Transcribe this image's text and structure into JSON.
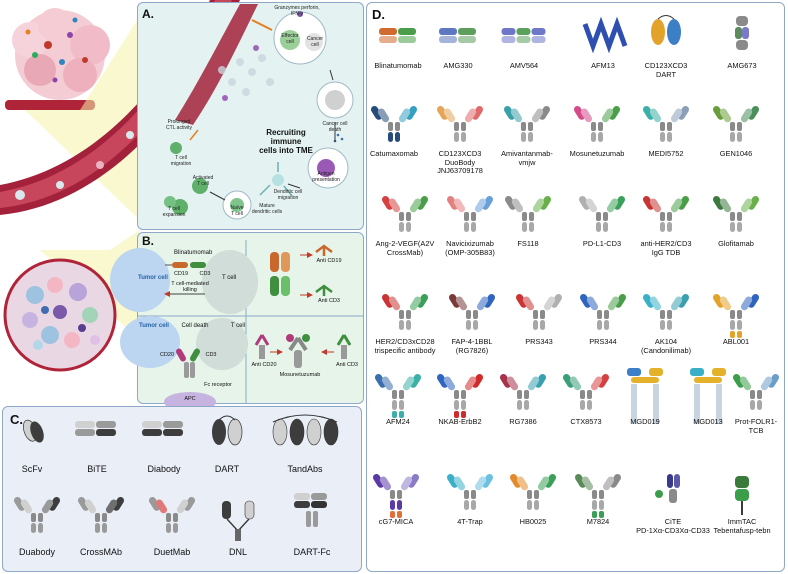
{
  "panels": {
    "a": "A.",
    "b": "B.",
    "c": "C.",
    "d": "D."
  },
  "panel_a": {
    "recruit": "Recruiting immune\ncells into TME",
    "granzymes": "Granzymes perforin,\nIFN-γ",
    "effector": "Effector\ncell",
    "cancer": "Cancer\ncell",
    "death": "Cancer cell\ndeath",
    "antigen": "Antigen\npresentation",
    "dendritic": "Dendritic cell\nmigration",
    "mature": "Mature\ndendritic cells",
    "naive": "Naïve\nT cell",
    "activated": "Activated\nT cell",
    "expansion": "T cell\nexpansion",
    "migration": "T cell\nmigration",
    "prolonged": "Prolonged\nCTL activity"
  },
  "panel_b": {
    "blinatumomab": "Blinatumomab",
    "tumor1": "Tumor cell",
    "tcell1": "T cell",
    "cd19": "CD19",
    "cd3a": "CD3",
    "killing": "T cell-mediated\nkilling",
    "anti_cd19": "Anti CD19",
    "anti_cd3a": "Anti CD3",
    "tumor2": "Tumor cell",
    "celldeath": "Cell death",
    "tcell2": "T cell",
    "cd20": "CD20",
    "cd3b": "CD3",
    "fc": "Fc receptor",
    "apc": "APC",
    "anti_cd20": "Anti CD20",
    "mosunetuzumab": "Mosunetuzumab",
    "anti_cd3b": "Anti CD3"
  },
  "formats_c": [
    "ScFv",
    "BiTE",
    "Diabody",
    "DART",
    "TandAbs",
    "Duabody",
    "CrossMAb",
    "DuetMab",
    "DNL",
    "DART-Fc"
  ],
  "drugs_d": [
    "Blinatumomab",
    "AMG330",
    "AMV564",
    "AFM13",
    "CD123XCD3\nDART",
    "AMG673",
    "Catumaxomab",
    "CD123XCD3\nDuoBody\nJNJ63709178",
    "Amivantanmab-\nvmjw",
    "Mosunetuzumab",
    "MEDI5752",
    "GEN1046",
    "Ang-2-VEGF(A2V\nCrossMab)",
    "Navicixizumab\n(OMP-305B83)",
    "FS118",
    "PD-L1-CD3",
    "anti-HER2/CD3\nIgG TDB",
    "Glofitamab",
    "HER2/CD3xCD28\ntrispecific antibody",
    "FAP-4-1BBL\n(RG7826)",
    "PRS343",
    "PRS344",
    "AK104\n(Candonilimab)",
    "ABL001",
    "AFM24",
    "NKAB-ErbB2",
    "RG7386",
    "CTX8573",
    "MGD019",
    "MGD013",
    "Prot-FOLR1-\nTCB",
    "cG7-MICA",
    "4T-Trap",
    "HB0025",
    "M7824",
    "CiTE\nPD-1Xα-CD3Xα-CD33",
    "ImmTAC\nTebentafusp-tebn"
  ],
  "colors": {
    "panel_border": "#8fa8c8",
    "panel_a_bg": "#e4f3f1",
    "panel_b_bg": "#e6f4ea",
    "panel_c_bg": "#e9eef7",
    "vessel": "#9b1b2e"
  }
}
